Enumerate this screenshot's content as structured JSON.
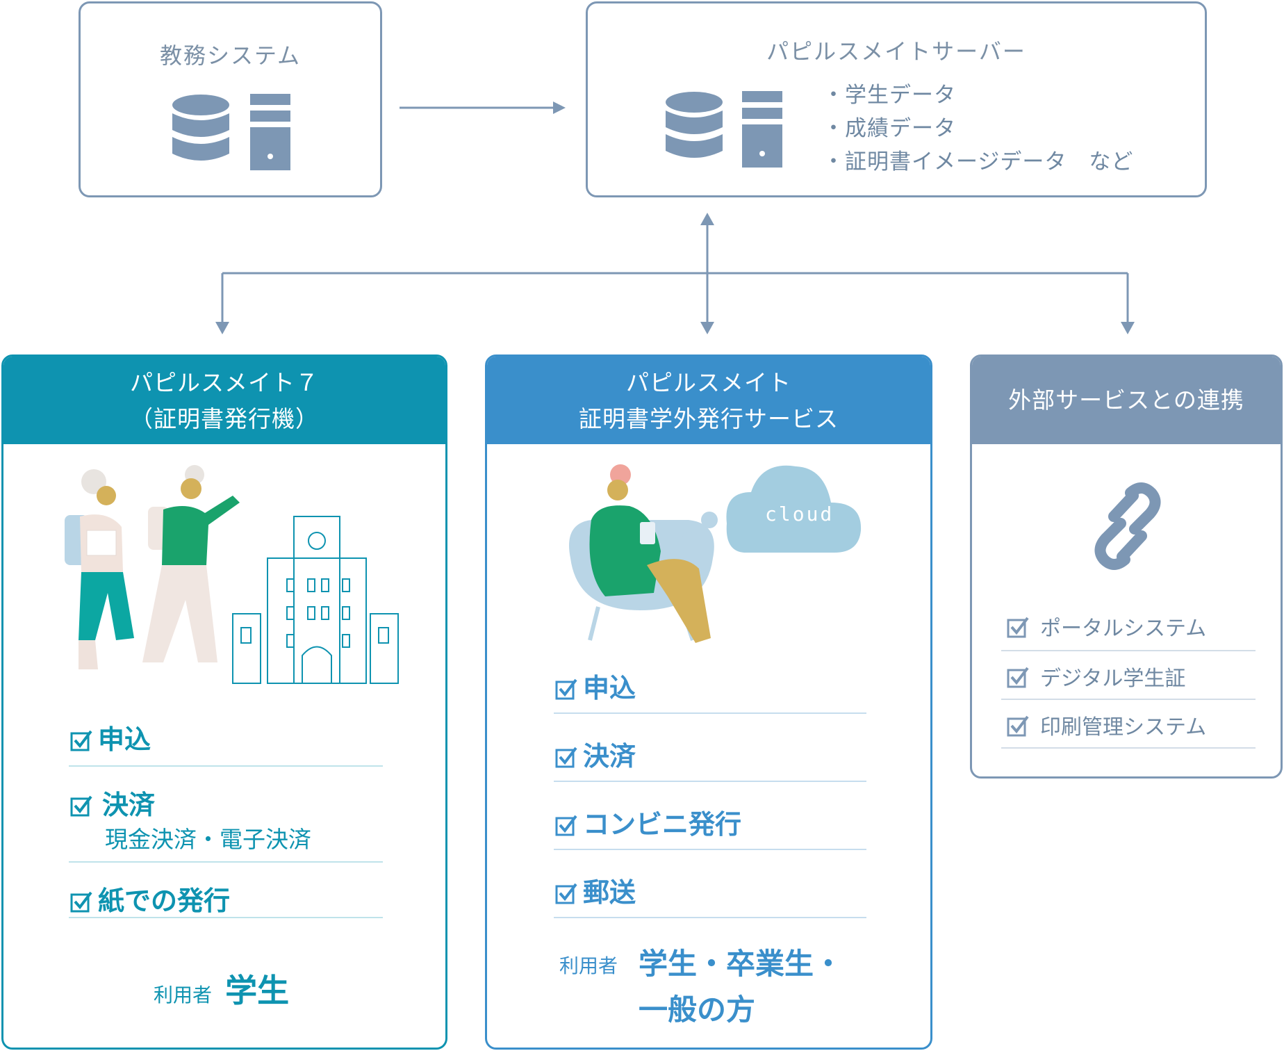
{
  "colors": {
    "teal": "#0e93b0",
    "blue": "#3a8fcb",
    "slate": "#7d97b4",
    "text_teal": "#0e93b0",
    "text_blue": "#3a8fcb",
    "text_slate": "#6f88a2"
  },
  "academic_system": {
    "title": "教務システム"
  },
  "server": {
    "title": "パピルスメイトサーバー",
    "items": [
      "・学生データ",
      "・成績データ",
      "・証明書イメージデータ　など"
    ]
  },
  "card1": {
    "title_line1": "パピルスメイト７",
    "title_line2": "（証明書発行機）",
    "items": [
      {
        "label": "申込"
      },
      {
        "label": "決済",
        "sub": "現金決済・電子決済"
      },
      {
        "label": "紙での発行"
      }
    ],
    "user_label": "利用者",
    "user_value": "学生"
  },
  "card2": {
    "title_line1": "パピルスメイト",
    "title_line2": "証明書学外発行サービス",
    "cloud_text": "cloud",
    "items": [
      {
        "label": "申込"
      },
      {
        "label": "決済"
      },
      {
        "label": "コンビニ発行"
      },
      {
        "label": "郵送"
      }
    ],
    "user_label": "利用者",
    "user_value_line1": "学生・卒業生・",
    "user_value_line2": "一般の方"
  },
  "card3": {
    "title": "外部サービスとの連携",
    "link_icon": "link-icon",
    "items": [
      {
        "label": "ポータルシステム"
      },
      {
        "label": "デジタル学生証"
      },
      {
        "label": "印刷管理システム"
      }
    ]
  }
}
